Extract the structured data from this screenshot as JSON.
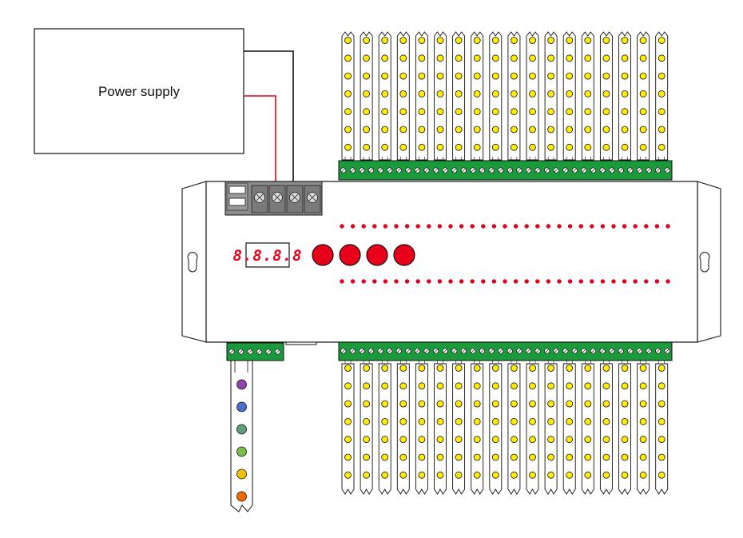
{
  "power_supply": {
    "label": "Power supply"
  },
  "controller": {
    "display_text": "8.8.8.8",
    "button_count": 4
  },
  "led_strips": {
    "top_count": 18,
    "bottom_count": 18,
    "leds_per_strip": 7
  },
  "indicator_rows": {
    "dots_per_row": 31
  },
  "rgb_strip": {
    "led_colors": [
      "#8e44ad",
      "#4a6fc8",
      "#5f9e7a",
      "#7cc04b",
      "#f2c200",
      "#f26a00"
    ]
  },
  "colors": {
    "wire_positive": "#e8001a",
    "wire_negative": "#111111",
    "terminal_green": "#1a9a3a",
    "led_yellow": "#ffec00",
    "button_red": "#e8001a",
    "terminal_block_grey": "#8c8c8c"
  }
}
